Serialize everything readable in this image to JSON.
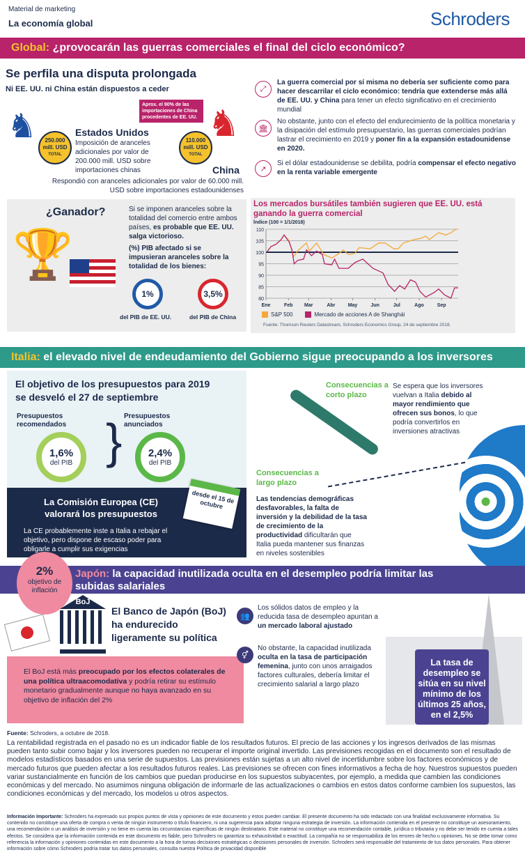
{
  "header": {
    "kicker": "Material de marketing",
    "title": "La economía global",
    "brand": "Schroders"
  },
  "global": {
    "label": "Global:",
    "title": "¿provocarán las guerras comerciales el final del ciclo económico?",
    "color": "#b8236a"
  },
  "dispute": {
    "title": "Se perfila una disputa prolongada",
    "subtitle": "Ni EE. UU. ni China están dispuestos a ceder",
    "usa": {
      "name": "Estados Unidos",
      "coin_amount": "250.000",
      "coin_unit": "mill. USD",
      "coin_total": "TOTAL",
      "text": "Imposición de aranceles adicionales por valor de 200.000 mill. USD sobre importaciones chinas"
    },
    "china": {
      "name": "China",
      "coin_amount": "110.000",
      "coin_unit": "mill. USD",
      "coin_total": "TOTAL",
      "callout": "Aprox. el 90% de las importaciones de China procedentes de EE. UU.",
      "text": "Respondió con aranceles adicionales por valor de 60.000 mill. USD sobre importaciones estadounidenses"
    },
    "points": [
      {
        "icon": "arrows-expand-icon",
        "bold": "La guerra comercial por sí misma no debería ser suficiente como para hacer descarrilar el ciclo económico: tendría que extenderse más allá de EE. UU. y China",
        "rest": " para tener un efecto significativo en el crecimiento mundial"
      },
      {
        "icon": "bank-icon",
        "pre": "No obstante, junto con el efecto del endurecimiento de la política monetaria y la disipación del estímulo presupuestario, las guerras comerciales podrían lastrar el crecimiento en 2019 y ",
        "bold": "poner fin a la expansión estadounidense en 2020."
      },
      {
        "icon": "trend-up-icon",
        "pre": "Si el dólar estadounidense se debilita, podría ",
        "bold": "compensar el efecto negativo en la renta variable emergente"
      }
    ]
  },
  "winner": {
    "title": "¿Ganador?",
    "text_pre": "Si se imponen aranceles sobre la totalidad del comercio entre ambos países, ",
    "text_bold": "es probable que EE. UU. salga victorioso.",
    "gdp_title": "(%) PIB afectado si se impusieran aranceles sobre la totalidad de los bienes:",
    "usa_pct": "1%",
    "usa_value": 1,
    "usa_label": "del PIB de EE. UU.",
    "china_pct": "3,5%",
    "china_value": 3.5,
    "china_label": "del PIB de China"
  },
  "chart_data": {
    "type": "line",
    "title": "Los mercados bursátiles también sugieren que EE. UU. está ganando la guerra comercial",
    "ylabel": "Índice (100 = 1/1/2018)",
    "ylim": [
      80,
      110
    ],
    "yticks": [
      80,
      85,
      90,
      95,
      100,
      105,
      110
    ],
    "xticks": [
      "Ene",
      "Feb",
      "Mar",
      "Abr",
      "May",
      "Jun",
      "Jul",
      "Ago",
      "Sep"
    ],
    "xlim": [
      "2018-01-01",
      "2018-09-24"
    ],
    "grid": true,
    "legend_position": "bottom",
    "source": "Fuente: Thomson Reuters Datastream, Schroders Economics Group, 24 de septiembre 2018.",
    "series": [
      {
        "name": "S&P 500",
        "color": "#f5a83a",
        "points": [
          [
            "2018-01-02",
            100
          ],
          [
            "2018-01-08",
            102.5
          ],
          [
            "2018-01-15",
            103.5
          ],
          [
            "2018-01-22",
            105.5
          ],
          [
            "2018-01-26",
            107.5
          ],
          [
            "2018-02-02",
            105
          ],
          [
            "2018-02-08",
            98
          ],
          [
            "2018-02-15",
            101
          ],
          [
            "2018-02-26",
            104
          ],
          [
            "2018-03-02",
            100.5
          ],
          [
            "2018-03-12",
            104
          ],
          [
            "2018-03-22",
            99
          ],
          [
            "2018-04-02",
            97.5
          ],
          [
            "2018-04-10",
            99
          ],
          [
            "2018-04-18",
            101
          ],
          [
            "2018-04-25",
            99
          ],
          [
            "2018-05-04",
            99.5
          ],
          [
            "2018-05-10",
            102
          ],
          [
            "2018-05-25",
            101.5
          ],
          [
            "2018-06-06",
            104
          ],
          [
            "2018-06-15",
            104
          ],
          [
            "2018-06-27",
            101.5
          ],
          [
            "2018-07-03",
            101.5
          ],
          [
            "2018-07-10",
            104
          ],
          [
            "2018-07-25",
            105.5
          ],
          [
            "2018-08-03",
            106
          ],
          [
            "2018-08-10",
            107
          ],
          [
            "2018-08-15",
            105.5
          ],
          [
            "2018-08-28",
            108.5
          ],
          [
            "2018-09-07",
            107.5
          ],
          [
            "2018-09-14",
            108.5
          ],
          [
            "2018-09-21",
            110
          ],
          [
            "2018-09-24",
            110
          ]
        ]
      },
      {
        "name": "Mercado de acciones A de Shanghái",
        "color": "#b8236a",
        "points": [
          [
            "2018-01-02",
            100
          ],
          [
            "2018-01-08",
            102.5
          ],
          [
            "2018-01-15",
            103.5
          ],
          [
            "2018-01-22",
            105.5
          ],
          [
            "2018-01-26",
            107.5
          ],
          [
            "2018-02-02",
            104.5
          ],
          [
            "2018-02-06",
            101
          ],
          [
            "2018-02-09",
            95
          ],
          [
            "2018-02-14",
            96.5
          ],
          [
            "2018-02-22",
            97
          ],
          [
            "2018-02-26",
            101
          ],
          [
            "2018-03-05",
            98.5
          ],
          [
            "2018-03-12",
            100.5
          ],
          [
            "2018-03-20",
            99
          ],
          [
            "2018-03-23",
            95
          ],
          [
            "2018-04-02",
            94.5
          ],
          [
            "2018-04-06",
            97
          ],
          [
            "2018-04-12",
            93
          ],
          [
            "2018-04-25",
            93
          ],
          [
            "2018-05-04",
            95.5
          ],
          [
            "2018-05-15",
            97
          ],
          [
            "2018-05-22",
            95
          ],
          [
            "2018-05-29",
            93
          ],
          [
            "2018-06-12",
            91
          ],
          [
            "2018-06-19",
            86
          ],
          [
            "2018-06-28",
            83
          ],
          [
            "2018-07-05",
            85.5
          ],
          [
            "2018-07-12",
            84
          ],
          [
            "2018-07-20",
            88
          ],
          [
            "2018-07-27",
            87
          ],
          [
            "2018-08-02",
            83
          ],
          [
            "2018-08-10",
            80.5
          ],
          [
            "2018-08-22",
            82.5
          ],
          [
            "2018-08-28",
            84
          ],
          [
            "2018-09-05",
            81.5
          ],
          [
            "2018-09-14",
            80
          ],
          [
            "2018-09-19",
            84.5
          ],
          [
            "2018-09-24",
            84.5
          ]
        ]
      }
    ],
    "baseline": 100
  },
  "italy": {
    "label": "Italia:",
    "title": "el elevado nivel de endeudamiento del Gobierno sigue preocupando a los inversores",
    "color": "#2e9a8a",
    "budget_title": "El objetivo de los presupuestos para 2019 se desveló el 27 de septiembre",
    "recommended_label": "Presupuestos recomendados",
    "recommended_value": "1,6%",
    "recommended_unit": "del PIB",
    "announced_label": "Presupuestos anunciados",
    "announced_value": "2,4%",
    "announced_unit": "del PIB",
    "ce_title": "La Comisión Europea (CE) valorará los presupuestos",
    "ce_text": "La CE probablemente inste a Italia a rebajar el objetivo, pero dispone de escaso poder para obligarle a cumplir sus exigencias",
    "calendar": "desde el 15 de octubre",
    "short_title": "Consecuencias a corto plazo",
    "short_pre": "Se espera que los inversores vuelvan a Italia ",
    "short_bold": "debido al mayor rendimiento que ofrecen sus bonos",
    "short_post": ", lo que podría convertirlos en inversiones atractivas",
    "long_title": "Consecuencias a largo plazo",
    "long_bold": "Las tendencias demográficas desfavorables, la falta de inversión y la debilidad de la tasa de crecimiento de la productividad",
    "long_post": " dificultarán que Italia pueda mantener sus finanzas en niveles sostenibles"
  },
  "japan": {
    "label": "Japón:",
    "title": "la capacidad inutilizada oculta en el desempleo podría limitar las subidas salariales",
    "color": "#4b4391",
    "balloon_value": "2%",
    "balloon_label": "objetivo de inflación",
    "boj_label": "BoJ",
    "boj_title": "El Banco de Japón (BoJ) ha endurecido ligeramente su política",
    "boj_pre": "El BoJ está más ",
    "boj_bold": "preocupado por los efectos colaterales de una política ultraacomodativa",
    "boj_post": " y podría retirar su estímulo monetario gradualmente aunque no haya avanzado en su objetivo de inflación del 2%",
    "point1_pre": "Los sólidos datos de empleo y la reducida tasa de desempleo apuntan a ",
    "point1_bold": "un mercado laboral ajustado",
    "point2_pre": "No obstante, la capacidad inutilizada ",
    "point2_bold": "oculta en la tasa de participación femenina",
    "point2_post": ", junto con unos arraigados factores culturales, debería limitar el crecimiento salarial a largo plazo",
    "unemployment": "La tasa de desempleo se sitúa en su nivel mínimo de los últimos 25 años, en el 2,5%"
  },
  "footer": {
    "source_label": "Fuente:",
    "source": " Schroders, a octubre de 2018.",
    "disclaimer": "La rentabilidad registrada en el pasado no es un indicador fiable de los resultados futuros. El precio de las acciones y los ingresos derivados de las mismas pueden tanto subir como bajar y los inversores pueden no recuperar el importe original invertido. Las previsiones recogidas en el documento son el resultado de modelos estadísticos basados en una serie de supuestos. Las previsiones están sujetas a un alto nivel de incertidumbre sobre los factores económicos y de mercado futuros que pueden afectar a los resultados futuros reales. Las previsiones se ofrecen con fines informativos a fecha de hoy. Nuestros supuestos pueden variar sustancialmente en función de los cambios que puedan producirse en los supuestos subyacentes, por ejemplo, a medida que cambien las condiciones económicas y del mercado. No asumimos ninguna obligación de informarle de las actualizaciones o cambios en estos datos conforme cambien los supuestos, las condiciones económicas y del mercado, los modelos u otros aspectos.",
    "important_label": "Información Importante:",
    "important": " Schroders ha expresado sus propios puntos de vista y opiniones de este documento y estos pueden cambiar. El presente documento ha sido redactado con una finalidad exclusivamente informativa. Su contenido no constituye una oferta de compra o venta de ningún instrumento o título financiero, ni una sugerencia para adoptar ninguna estrategia de inversión. La información contenida en el presente no constituye un asesoramiento, una recomendación o un análisis de inversión y no tiene en cuenta las circunstancias específicas de ningún destinatario. Este material no constituye una recomendación contable, jurídica o tributaria y no debe ser tenido en cuenta a tales efectos. Se considera que la información contenida en este documento es fiable, pero Schroders no garantiza su exhaustividad o exactitud. La compañía no se responsabiliza de los errores de hecho u opiniones. No se debe tomar como referencia la información y opiniones contenidas en este documento a la hora de tomas decisiones estratégicas o decisiones personales de inversión. Schroders será responsable del tratamiento de tus datos personales. Para obtener información sobre cómo Schroders podría tratar tus datos personales, consulta nuestra Política de privacidad disponible"
  }
}
